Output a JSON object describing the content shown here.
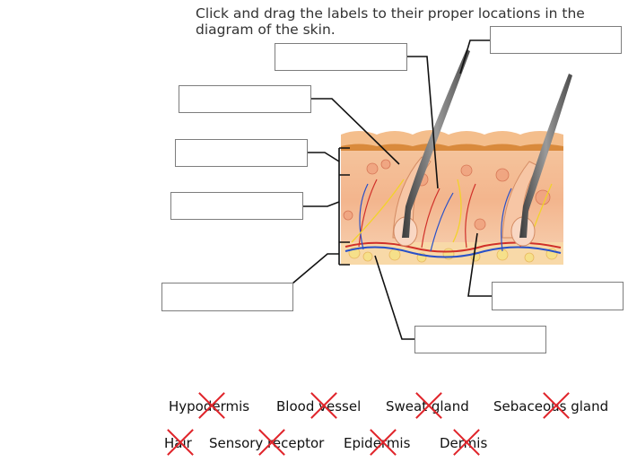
{
  "instructions": "Click and drag the labels to their proper locations in the diagram of the skin.",
  "word_bank": [
    {
      "label": "Hypodermis",
      "crossed": true
    },
    {
      "label": "Blood vessel",
      "crossed": true
    },
    {
      "label": "Sweat gland",
      "crossed": true
    },
    {
      "label": "Sebaceous gland",
      "crossed": true
    },
    {
      "label": "Hair",
      "crossed": true
    },
    {
      "label": "Sensory receptor",
      "crossed": true
    },
    {
      "label": "Epidermis",
      "crossed": true
    },
    {
      "label": "Dermis",
      "crossed": true
    }
  ],
  "drop_targets": [
    "",
    "",
    "",
    "",
    "",
    "",
    "",
    "",
    ""
  ],
  "colors": {
    "cross": "#e0252b",
    "box_border": "#7d7d7d",
    "skin_surface": "#f0b27a",
    "dermis": "#f7c09a",
    "hair": "#6f6f6f",
    "vein": "#2850c8",
    "artery": "#d0302a",
    "nerve": "#f2d22a"
  }
}
